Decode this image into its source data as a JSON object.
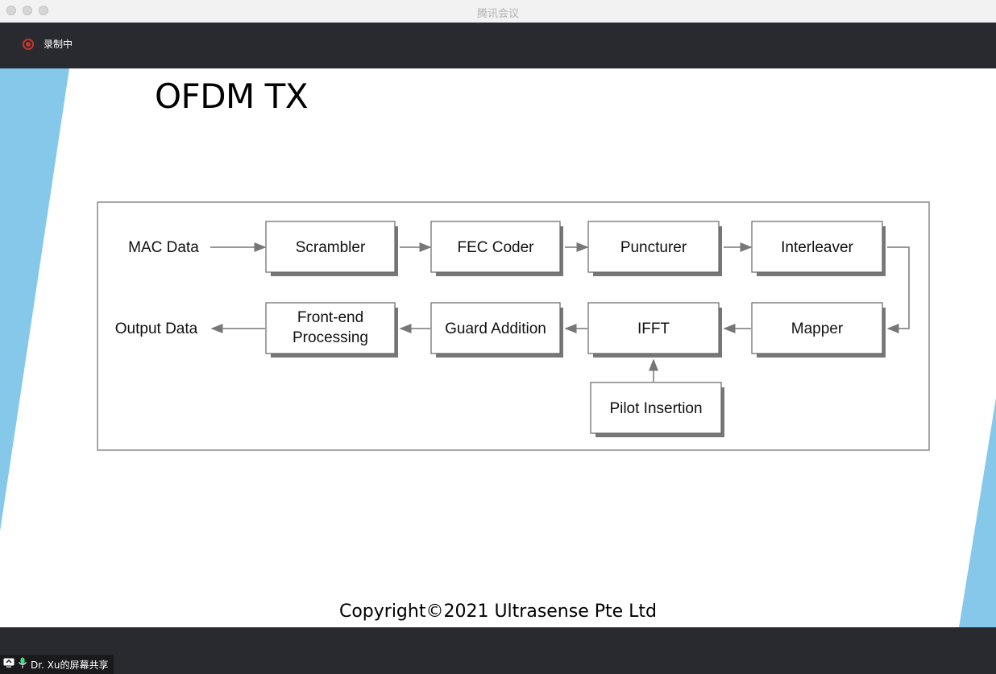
{
  "window": {
    "title": "腾讯会议"
  },
  "recording": {
    "label": "录制中"
  },
  "slide": {
    "title": "OFDM TX",
    "copyright": "Copyright©2021 Ultrasense Pte Ltd"
  },
  "diagram": {
    "input_label": "MAC Data",
    "output_label": "Output Data",
    "blocks": {
      "scrambler": "Scrambler",
      "fec_coder": "FEC Coder",
      "puncturer": "Puncturer",
      "interleaver": "Interleaver",
      "mapper": "Mapper",
      "ifft": "IFFT",
      "pilot_insertion": "Pilot Insertion",
      "guard_addition": "Guard Addition",
      "front_end_line1": "Front-end",
      "front_end_line2": "Processing"
    }
  },
  "share_bar": {
    "label": "Dr. Xu的屏幕共享",
    "icons": [
      "screen-share-icon",
      "microphone-icon"
    ]
  },
  "colors": {
    "accent_blue": "#85c8ea",
    "dark_bar": "#292a2f",
    "record_red": "#c0392b"
  }
}
